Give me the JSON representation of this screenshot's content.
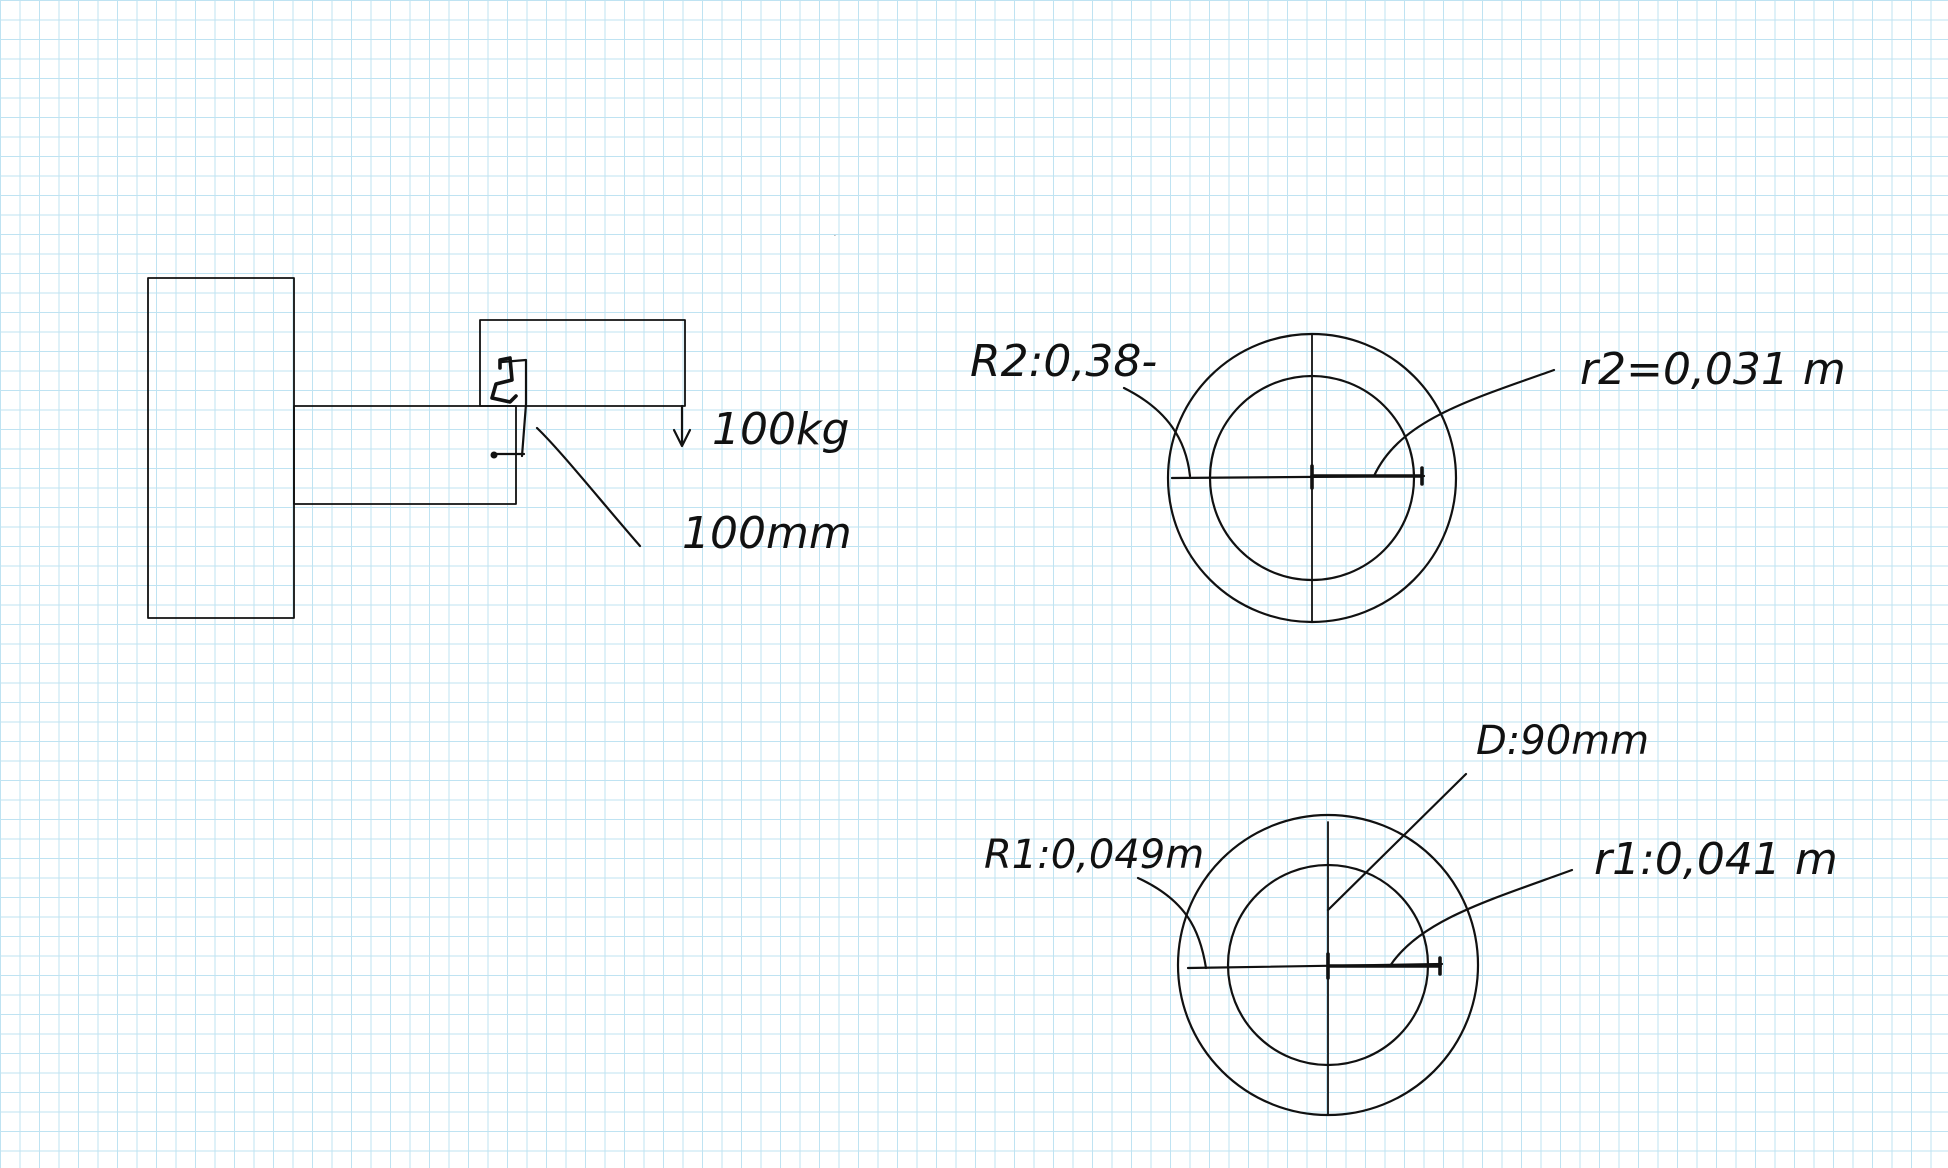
{
  "labels": {
    "load": "100kg",
    "length": "100mm",
    "outer_radius_2": "R2:0,38-",
    "inner_radius_2": "r2=0,031 m",
    "diameter": "D:90mm",
    "outer_radius_1": "R1:0,049m",
    "inner_radius_1": "r1:0,041 m"
  },
  "colors": {
    "ink": "#111111",
    "grid": "#bfe3f2",
    "paper": "#ffffff"
  }
}
